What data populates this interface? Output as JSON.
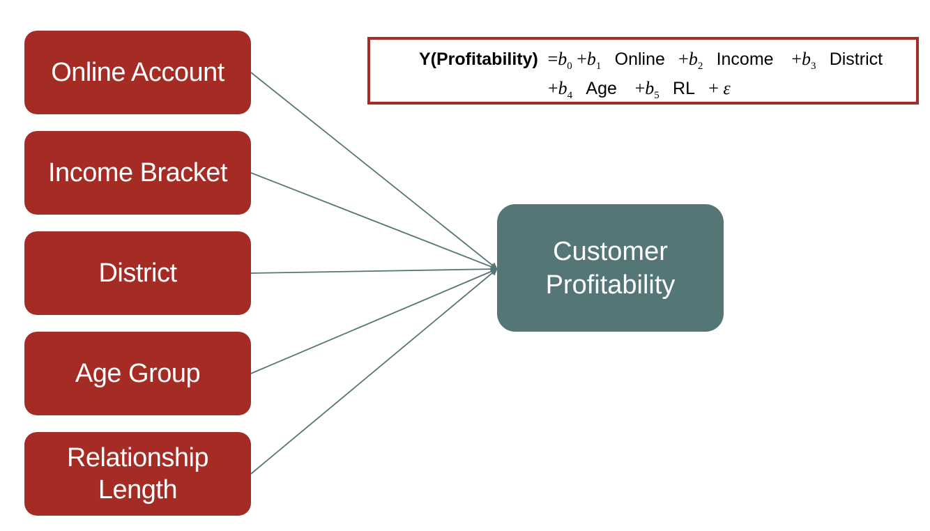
{
  "predictors": [
    {
      "lines": [
        "Online Account"
      ]
    },
    {
      "lines": [
        "Income Bracket"
      ]
    },
    {
      "lines": [
        "District"
      ]
    },
    {
      "lines": [
        "Age Group"
      ]
    },
    {
      "lines": [
        "Relationship",
        "Length"
      ]
    }
  ],
  "outcome": {
    "lines": [
      "Customer",
      "Profitability"
    ]
  },
  "equation": {
    "lhs": "Y(Profitability)",
    "terms": [
      "Online",
      "Income",
      "District",
      "Age",
      "RL"
    ],
    "coefficient_symbol": "b",
    "error_symbol": "ε"
  },
  "colors": {
    "predictor_fill": "#a52b25",
    "outcome_fill": "#557677",
    "connector": "#557677",
    "equation_border": "#a52b25"
  }
}
